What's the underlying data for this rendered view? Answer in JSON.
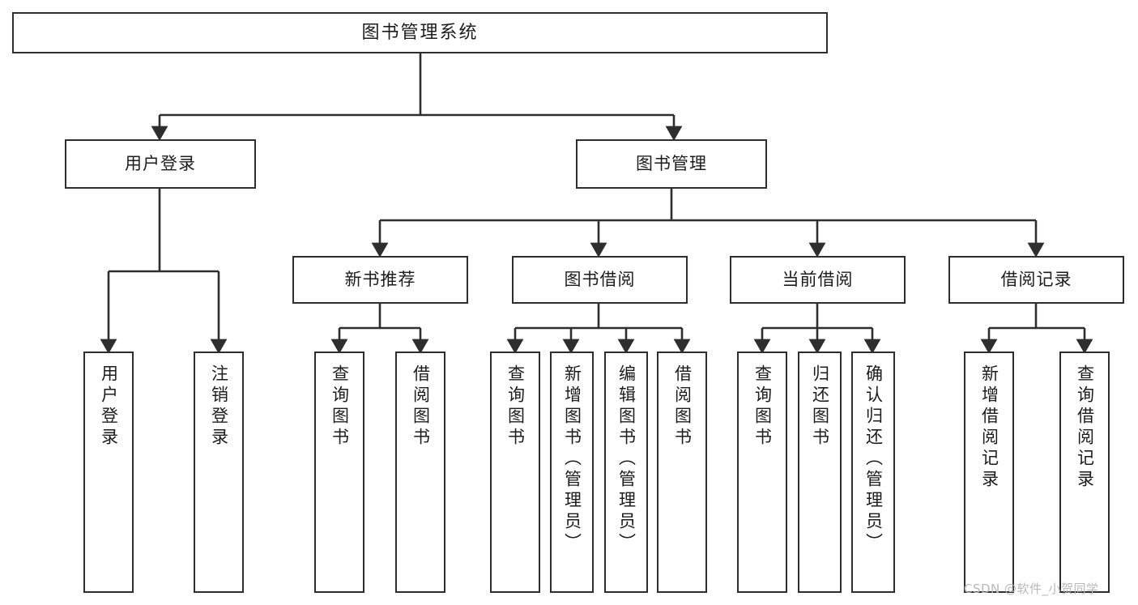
{
  "diagram": {
    "title": "图书管理系统",
    "type": "tree",
    "watermark": "CSDN @软件_小贺同学",
    "colors": {
      "node_border": "#2e2e2e",
      "node_fill": "#ffffff",
      "edge": "#2e2e2e",
      "text": "#1c1c1c",
      "watermark": "#b9b9b9",
      "background": "#ffffff"
    },
    "nodes": {
      "root": {
        "label": "图书管理系统",
        "level": 1,
        "orientation": "horizontal"
      },
      "login": {
        "label": "用户登录",
        "level": 2,
        "orientation": "horizontal"
      },
      "book_manage": {
        "label": "图书管理",
        "level": 2,
        "orientation": "horizontal"
      },
      "new_book": {
        "label": "新书推荐",
        "level": 3,
        "orientation": "horizontal"
      },
      "borrow": {
        "label": "图书借阅",
        "level": 3,
        "orientation": "horizontal"
      },
      "current_borrow": {
        "label": "当前借阅",
        "level": 3,
        "orientation": "horizontal"
      },
      "borrow_record": {
        "label": "借阅记录",
        "level": 3,
        "orientation": "horizontal"
      },
      "leaf_user_login": {
        "label": "用户登录",
        "level": 3,
        "orientation": "vertical",
        "parent": "login"
      },
      "leaf_logout": {
        "label": "注销登录",
        "level": 3,
        "orientation": "vertical",
        "parent": "login"
      },
      "leaf_query_book_1": {
        "label": "查询图书",
        "level": 4,
        "orientation": "vertical",
        "parent": "new_book"
      },
      "leaf_borrow_book_1": {
        "label": "借阅图书",
        "level": 4,
        "orientation": "vertical",
        "parent": "new_book"
      },
      "leaf_query_book_2": {
        "label": "查询图书",
        "level": 4,
        "orientation": "vertical",
        "parent": "borrow"
      },
      "leaf_add_book": {
        "label": "新增图书（管理员）",
        "level": 4,
        "orientation": "vertical",
        "parent": "borrow"
      },
      "leaf_edit_book": {
        "label": "编辑图书（管理员）",
        "level": 4,
        "orientation": "vertical",
        "parent": "borrow"
      },
      "leaf_borrow_book_2": {
        "label": "借阅图书",
        "level": 4,
        "orientation": "vertical",
        "parent": "borrow"
      },
      "leaf_query_book_3": {
        "label": "查询图书",
        "level": 4,
        "orientation": "vertical",
        "parent": "current_borrow"
      },
      "leaf_return_book": {
        "label": "归还图书",
        "level": 4,
        "orientation": "vertical",
        "parent": "current_borrow"
      },
      "leaf_confirm_return": {
        "label": "确认归还（管理员）",
        "level": 4,
        "orientation": "vertical",
        "parent": "current_borrow"
      },
      "leaf_add_record": {
        "label": "新增借阅记录",
        "level": 4,
        "orientation": "vertical",
        "parent": "borrow_record"
      },
      "leaf_query_record": {
        "label": "查询借阅记录",
        "level": 4,
        "orientation": "vertical",
        "parent": "borrow_record"
      }
    },
    "hierarchy": [
      {
        "label": "图书管理系统",
        "children": [
          {
            "label": "用户登录",
            "children": [
              {
                "label": "用户登录",
                "children": []
              },
              {
                "label": "注销登录",
                "children": []
              }
            ]
          },
          {
            "label": "图书管理",
            "children": [
              {
                "label": "新书推荐",
                "children": [
                  {
                    "label": "查询图书",
                    "children": []
                  },
                  {
                    "label": "借阅图书",
                    "children": []
                  }
                ]
              },
              {
                "label": "图书借阅",
                "children": [
                  {
                    "label": "查询图书",
                    "children": []
                  },
                  {
                    "label": "新增图书（管理员）",
                    "children": []
                  },
                  {
                    "label": "编辑图书（管理员）",
                    "children": []
                  },
                  {
                    "label": "借阅图书",
                    "children": []
                  }
                ]
              },
              {
                "label": "当前借阅",
                "children": [
                  {
                    "label": "查询图书",
                    "children": []
                  },
                  {
                    "label": "归还图书",
                    "children": []
                  },
                  {
                    "label": "确认归还（管理员）",
                    "children": []
                  }
                ]
              },
              {
                "label": "借阅记录",
                "children": [
                  {
                    "label": "新增借阅记录",
                    "children": []
                  },
                  {
                    "label": "查询借阅记录",
                    "children": []
                  }
                ]
              }
            ]
          }
        ]
      }
    ]
  }
}
